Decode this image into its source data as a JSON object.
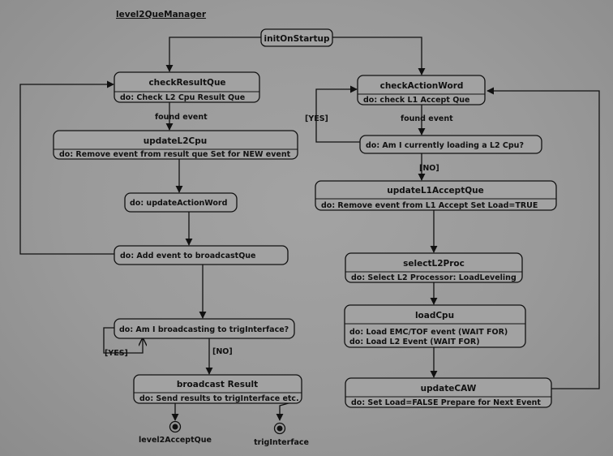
{
  "diagram_title": "level2QueManager",
  "states": {
    "initOnStartup": {
      "name": "initOnStartup"
    },
    "checkResultQue": {
      "name": "checkResultQue",
      "activity": "do: Check L2 Cpu Result Que"
    },
    "updateL2Cpu": {
      "name": "updateL2Cpu",
      "activity": "do: Remove event from result que Set for NEW event"
    },
    "updateActionWord": {
      "activity": "do: updateActionWord"
    },
    "addBroadcast": {
      "activity": "do: Add event to broadcastQue"
    },
    "amBroadcasting": {
      "activity": "do: Am I broadcasting to trigInterface?"
    },
    "broadcastResult": {
      "name": "broadcast Result",
      "activity": "do: Send results to trigInterface etc."
    },
    "checkActionWord": {
      "name": "checkActionWord",
      "activity": "do: check L1 Accept Que"
    },
    "amLoading": {
      "activity": "do: Am I currently loading a L2 Cpu?"
    },
    "updateL1AcceptQue": {
      "name": "updateL1AcceptQue",
      "activity": "do: Remove event from L1 Accept Set Load=TRUE"
    },
    "selectL2Proc": {
      "name": "selectL2Proc",
      "activity": "do: Select L2 Processor: LoadLeveling"
    },
    "loadCpu": {
      "name": "loadCpu",
      "activities": [
        "do: Load EMC/TOF event (WAIT FOR)",
        "do: Load L2 Event (WAIT FOR)"
      ]
    },
    "updateCAW": {
      "name": "updateCAW",
      "activity": "do: Set Load=FALSE Prepare for Next Event"
    }
  },
  "transition_labels": {
    "left_found_event": "found event",
    "right_found_event": "found event",
    "right_yes": "[YES]",
    "right_no": "[NO]",
    "left_yes": "[YES]",
    "left_no": "[NO]"
  },
  "final_states": {
    "level2AcceptQue": "level2AcceptQue",
    "trigInterface": "trigInterface"
  }
}
